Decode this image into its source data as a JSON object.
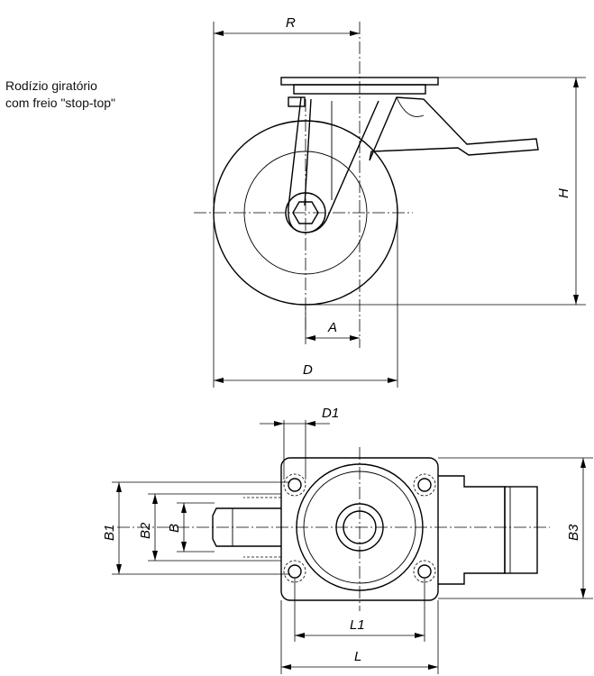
{
  "caption": {
    "line1": "Rodízio giratório",
    "line2": "com freio \"stop-top\""
  },
  "labels": {
    "R": "R",
    "H": "H",
    "A": "A",
    "D": "D",
    "D1": "D1",
    "B1": "B1",
    "B2": "B2",
    "B": "B",
    "B3": "B3",
    "L1": "L1",
    "L": "L"
  }
}
